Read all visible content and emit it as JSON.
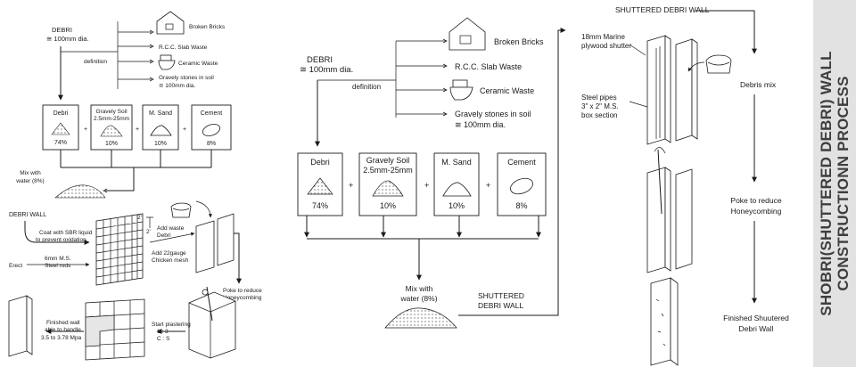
{
  "side_title": {
    "line1": "SHOBRI(SHUTTERED DEBRI) WALL",
    "line2": "CONSTRUCTIONN PROCESS"
  },
  "left": {
    "debri_title": "DEBRI",
    "debri_dia": "≅ 100mm dia.",
    "definition": "definition",
    "sources": [
      "Broken Bricks",
      "R.C.C. Slab Waste",
      "Ceramic Waste",
      "Gravely stones in soil",
      "≅ 100mm dia."
    ],
    "materials": [
      {
        "name": "Debri",
        "name2": "",
        "pct": "74%"
      },
      {
        "name": "Gravely Soil",
        "name2": "2.5mm-25mm",
        "pct": "10%"
      },
      {
        "name": "M. Sand",
        "name2": "",
        "pct": "10%"
      },
      {
        "name": "Cement",
        "name2": "",
        "pct": "8%"
      }
    ],
    "plus": "+",
    "mix": [
      "Mix with",
      "water (8%)"
    ],
    "debri_wall": "DEBRI WALL",
    "coat": [
      "Coat with SBR liquid",
      "to prevent oxidation"
    ],
    "erect": "Erect",
    "rods": [
      "6mm M.S.",
      "Steel rods"
    ],
    "z2": "2'",
    "z2b": "2'",
    "add_waste": [
      "Add waste",
      "Debri"
    ],
    "add_mesh": [
      "Add 22gauge",
      "Chicken mesh"
    ],
    "poke": [
      "Poke to reduce",
      "Honeycombing"
    ],
    "finished": [
      "Finished wall",
      "able to handle",
      "3.5 to 3.78 Mpa"
    ],
    "plaster": [
      "Start plastering",
      "1   :   3",
      "C   :   S"
    ]
  },
  "middle": {
    "debri_title": "DEBRI",
    "debri_dia": "≅ 100mm dia.",
    "definition": "definition",
    "sources": [
      "Broken Bricks",
      "R.C.C. Slab Waste",
      "Ceramic Waste",
      "Gravely stones in soil",
      "≅ 100mm dia."
    ],
    "materials": [
      {
        "name": "Debri",
        "name2": "",
        "pct": "74%"
      },
      {
        "name": "Gravely Soil",
        "name2": "2.5mm-25mm",
        "pct": "10%"
      },
      {
        "name": "M. Sand",
        "name2": "",
        "pct": "10%"
      },
      {
        "name": "Cement",
        "name2": "",
        "pct": "8%"
      }
    ],
    "plus": "+",
    "mix": [
      "Mix with",
      "water (8%)"
    ],
    "wall_label": [
      "SHUTTERED",
      "DEBRI WALL"
    ]
  },
  "right": {
    "title": "SHUTTERED DEBRI WALL",
    "shutter": [
      "18mm Marine",
      "plywood shutter"
    ],
    "pipes": [
      "Steel pipes",
      "3\" x 2\" M.S.",
      "box section"
    ],
    "mix": "Debris mix",
    "poke": [
      "Poke to reduce",
      "Honeycombing"
    ],
    "finished": [
      "Finished Shuutered",
      "Debri Wall"
    ]
  }
}
